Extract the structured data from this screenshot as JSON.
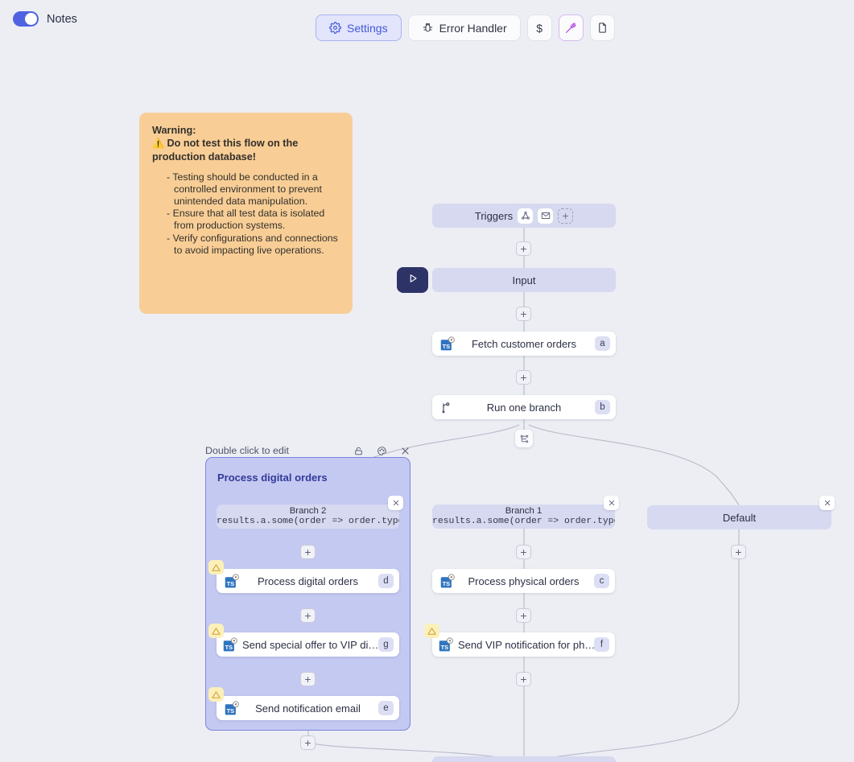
{
  "topbar": {
    "notes_toggle_label": "Notes",
    "notes_toggle_state": "on",
    "buttons": [
      {
        "id": "settings",
        "label": "Settings",
        "icon": "gear-icon",
        "active": true
      },
      {
        "id": "error-handler",
        "label": "Error Handler",
        "icon": "bug-icon",
        "active": false
      },
      {
        "id": "cost",
        "label": "$",
        "icon": "dollar-icon",
        "active": false
      },
      {
        "id": "magic",
        "label": "",
        "icon": "magic-wand-icon",
        "active": false
      },
      {
        "id": "docs",
        "label": "",
        "icon": "file-icon",
        "active": false
      }
    ]
  },
  "note": {
    "heading": "Warning:",
    "warning_glyph": "⚠️",
    "subheading": "Do not test this flow on the production database!",
    "bullets": [
      "-  Testing should be conducted in a controlled environment to prevent unintended data manipulation.",
      "-  Ensure that all test data is isolated from production systems.",
      "-  Verify configurations and connections to avoid impacting live operations."
    ],
    "color": "#f8ce96"
  },
  "flow": {
    "triggers": {
      "label": "Triggers",
      "chips": [
        "webhook-icon",
        "email-icon",
        "add-trigger-icon"
      ]
    },
    "input": {
      "label": "Input",
      "run_button": "play-icon"
    },
    "fetch": {
      "label": "Fetch customer orders",
      "badge": "a",
      "icon": "typescript-icon"
    },
    "branch_switch": {
      "label": "Run one branch",
      "badge": "b",
      "icon": "branch-icon"
    },
    "group": {
      "hint": "Double click to edit",
      "title": "Process digital orders",
      "tools": [
        "lock-icon",
        "palette-icon",
        "close-icon"
      ]
    },
    "branches": [
      {
        "name": "Branch 2",
        "expr": "results.a.some(order => order.type"
      },
      {
        "name": "Branch 1",
        "expr": "results.a.some(order => order.type"
      },
      {
        "name": "Default",
        "expr": ""
      }
    ],
    "nodes": [
      {
        "label": "Process digital orders",
        "badge": "d",
        "icon": "typescript-icon",
        "warning": true
      },
      {
        "label": "Send special offer to VIP digital c...",
        "badge": "g",
        "icon": "typescript-icon",
        "warning": true
      },
      {
        "label": "Send notification email",
        "badge": "e",
        "icon": "typescript-icon",
        "warning": true
      },
      {
        "label": "Process physical orders",
        "badge": "c",
        "icon": "typescript-icon",
        "warning": false
      },
      {
        "label": "Send VIP notification for physical...",
        "badge": "f",
        "icon": "typescript-icon",
        "warning": true
      }
    ],
    "plus_label": "+"
  },
  "colors": {
    "canvas": "#eceef4",
    "pill": "#d6d9ef",
    "group_fill": "#c4c9f2",
    "group_border": "#7b85e0",
    "accent": "#4f63e0",
    "run_button": "#2e3367",
    "note": "#f8ce96",
    "warn_badge": "#fcf0b9",
    "ts_blue": "#2f74c0"
  }
}
